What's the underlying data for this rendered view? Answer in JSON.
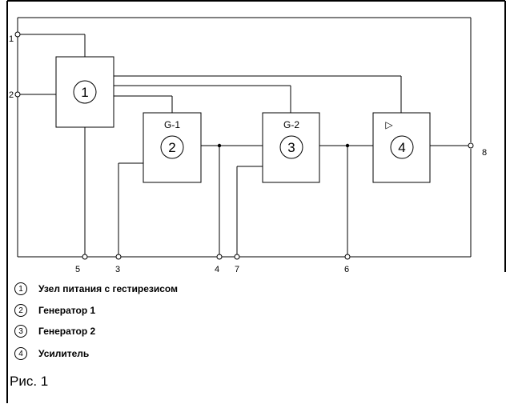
{
  "diagram": {
    "blocks": [
      {
        "id": "b1",
        "number": "1",
        "label": ""
      },
      {
        "id": "b2",
        "number": "2",
        "label": "G-1"
      },
      {
        "id": "b3",
        "number": "3",
        "label": "G-2"
      },
      {
        "id": "b4",
        "number": "4",
        "label": "▷"
      }
    ],
    "pins": [
      "1",
      "2",
      "3",
      "4",
      "5",
      "6",
      "7",
      "8"
    ]
  },
  "legend": [
    {
      "number": "1",
      "text": "Узел питания с гестирезисом"
    },
    {
      "number": "2",
      "text": "Генератор 1"
    },
    {
      "number": "3",
      "text": "Генератор 2"
    },
    {
      "number": "4",
      "text": "Усилитель"
    }
  ],
  "caption": "Рис. 1"
}
